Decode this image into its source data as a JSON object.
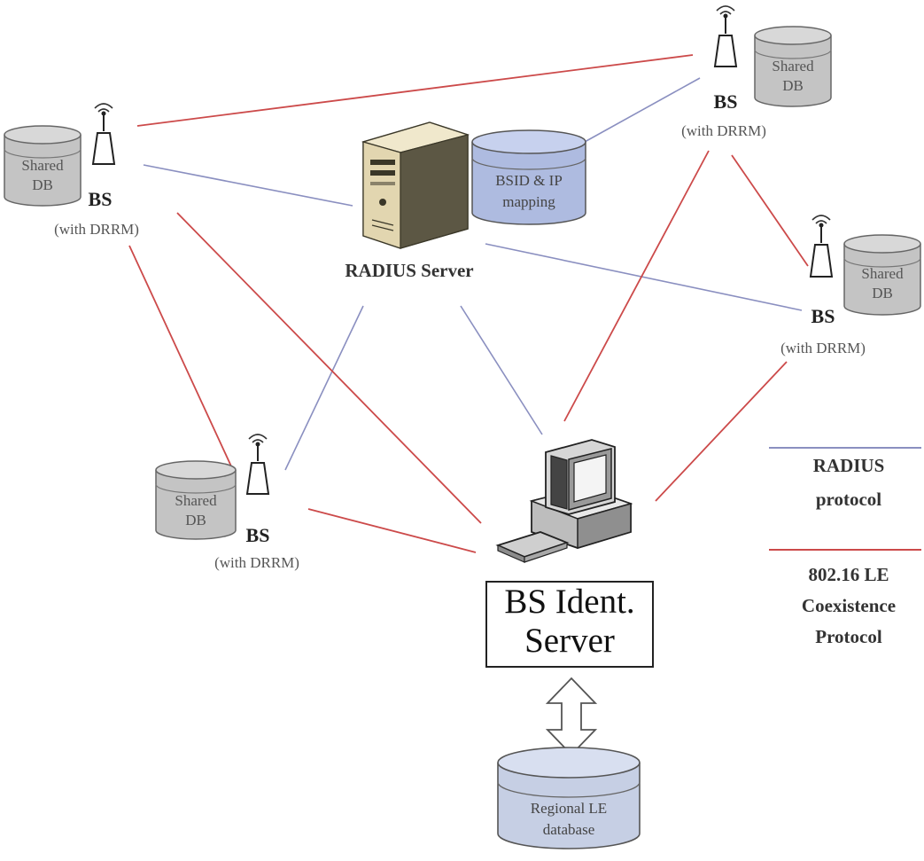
{
  "colors": {
    "radius_line": "#8a8fc0",
    "coexistence_line": "#cc4a4a",
    "shared_db_fill": "#c4c4c4",
    "blue_db_fill": "#aebbe0",
    "server_beige": "#e2d6b0"
  },
  "radius_server": {
    "label": "RADIUS Server",
    "db_line1": "BSID & IP",
    "db_line2": "mapping"
  },
  "base_stations": [
    {
      "id": "top-right",
      "label": "BS",
      "sub": "(with DRRM)",
      "db1": "Shared",
      "db2": "DB"
    },
    {
      "id": "left",
      "label": "BS",
      "sub": "(with DRRM)",
      "db1": "Shared",
      "db2": "DB"
    },
    {
      "id": "right",
      "label": "BS",
      "sub": "(with DRRM)",
      "db1": "Shared",
      "db2": "DB"
    },
    {
      "id": "bottom-left",
      "label": "BS",
      "sub": "(with DRRM)",
      "db1": "Shared",
      "db2": "DB"
    }
  ],
  "ident_server": {
    "line1": "BS Ident.",
    "line2": "Server"
  },
  "regional_db": {
    "line1": "Regional LE",
    "line2": "database"
  },
  "legend": {
    "radius_1": "RADIUS",
    "radius_2": "protocol",
    "coex_1": "802.16 LE",
    "coex_2": "Coexistence",
    "coex_3": "Protocol"
  }
}
